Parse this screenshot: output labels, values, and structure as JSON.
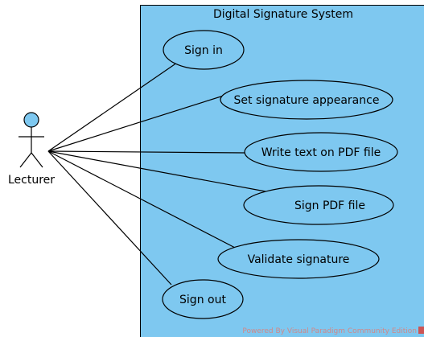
{
  "system": {
    "title": "Digital Signature System",
    "fill_color": "#7ec8f0"
  },
  "actor": {
    "name": "Lecturer",
    "head_color": "#7ec8f0"
  },
  "use_cases": [
    {
      "id": "sign-in",
      "label": "Sign in"
    },
    {
      "id": "set-signature-appearance",
      "label": "Set signature appearance"
    },
    {
      "id": "write-text-on-pdf-file",
      "label": "Write text on PDF file"
    },
    {
      "id": "sign-pdf-file",
      "label": "Sign PDF file"
    },
    {
      "id": "validate-signature",
      "label": "Validate signature"
    },
    {
      "id": "sign-out",
      "label": "Sign out"
    }
  ],
  "watermark": "Powered By Visual Paradigm Community Edition"
}
